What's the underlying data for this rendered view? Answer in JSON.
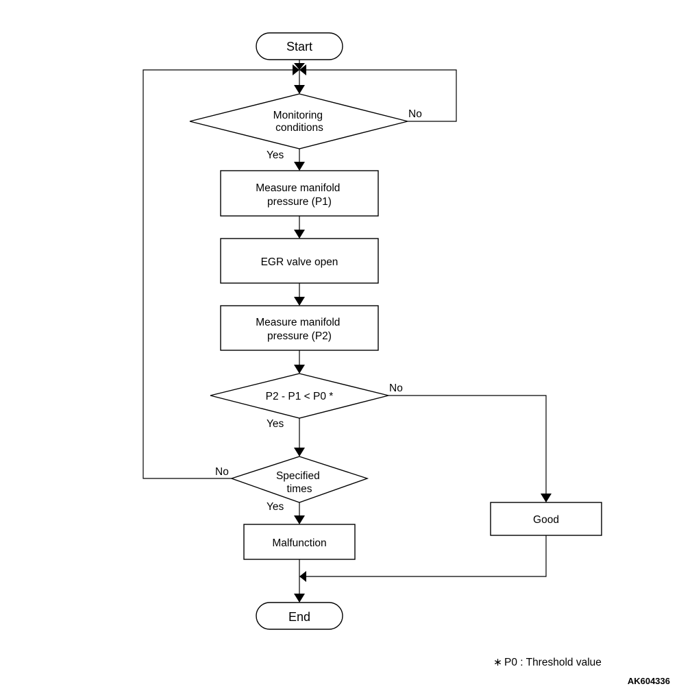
{
  "nodes": {
    "start": "Start",
    "monitoring": [
      "Monitoring",
      "conditions"
    ],
    "measure_p1": [
      "Measure manifold",
      "pressure (P1)"
    ],
    "egr_open": "EGR valve open",
    "measure_p2": [
      "Measure manifold",
      "pressure (P2)"
    ],
    "compare": "P2 - P1 < P0 *",
    "specified": [
      "Specified",
      "times"
    ],
    "malfunction": "Malfunction",
    "good": "Good",
    "end": "End"
  },
  "branch_labels": {
    "monitoring_no": "No",
    "monitoring_yes": "Yes",
    "compare_no": "No",
    "compare_yes": "Yes",
    "specified_no": "No",
    "specified_yes": "Yes"
  },
  "footnote": "P0 : Threshold value",
  "footnote_marker": "∗",
  "figure_id": "AK604336"
}
